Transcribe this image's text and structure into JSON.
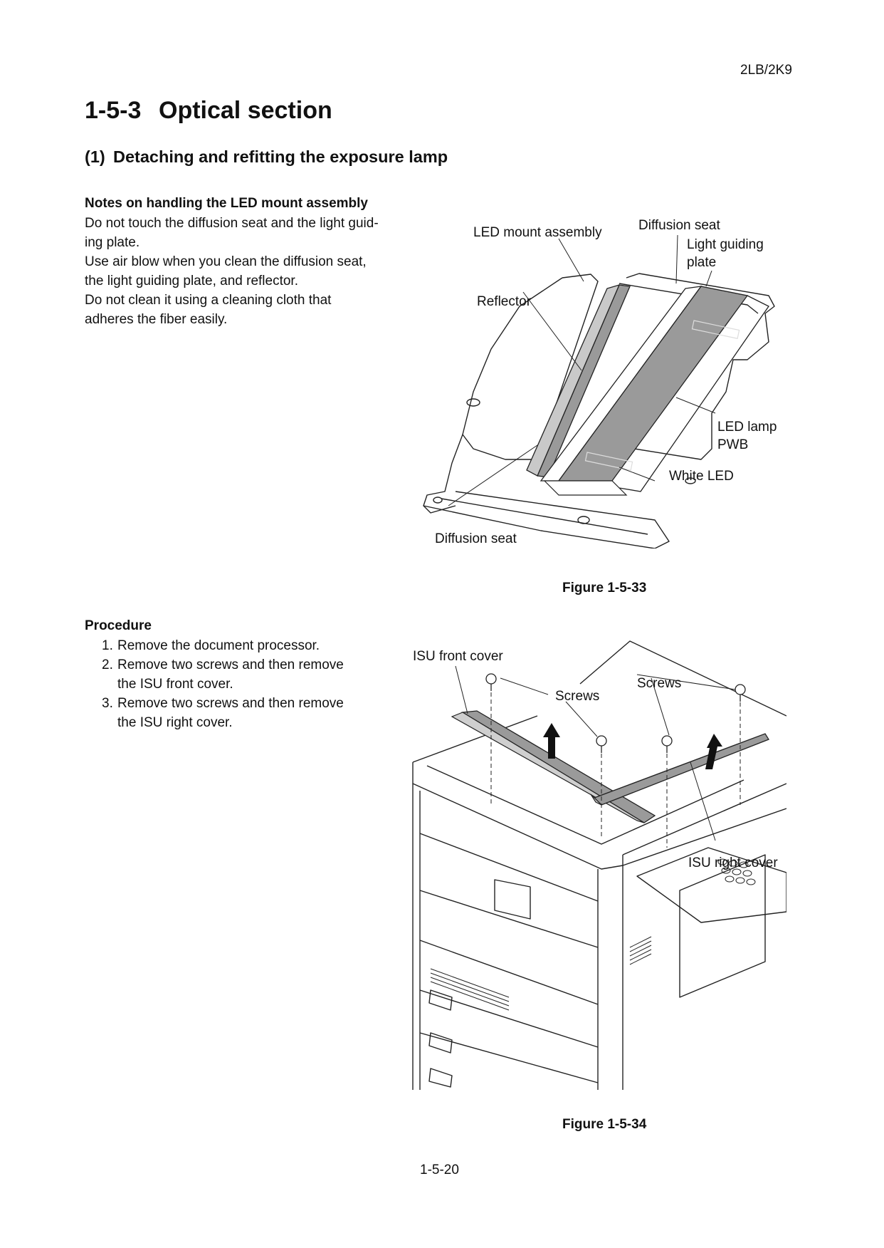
{
  "header": {
    "doc_id": "2LB/2K9"
  },
  "section": {
    "number": "1-5-3",
    "title": "Optical section"
  },
  "subsection": {
    "number": "(1)",
    "title": "Detaching and refitting the exposure lamp"
  },
  "notes": {
    "heading": "Notes on handling the LED mount assembly",
    "lines": [
      "Do not touch the diffusion seat and the light guid-",
      "ing plate.",
      "Use air blow when you clean the diffusion seat,",
      "the light guiding plate, and reflector.",
      "Do not clean it using a cleaning cloth that",
      "adheres the fiber easily."
    ]
  },
  "figure1": {
    "caption": "Figure 1-5-33",
    "labels": {
      "led_mount": "LED mount assembly",
      "diffusion_top": "Diffusion seat",
      "light_guiding_1": "Light guiding",
      "light_guiding_2": "plate",
      "reflector": "Reflector",
      "led_lamp_1": "LED lamp",
      "led_lamp_2": "PWB",
      "white_led": "White LED",
      "diffusion_bottom": "Diffusion seat"
    }
  },
  "procedure": {
    "heading": "Procedure",
    "steps": [
      {
        "n": "1.",
        "text": "Remove the document processor."
      },
      {
        "n": "2.",
        "text": "Remove two screws and then remove\nthe ISU front cover."
      },
      {
        "n": "3.",
        "text": "Remove two screws and then remove\nthe ISU right cover."
      }
    ]
  },
  "figure2": {
    "caption": "Figure 1-5-34",
    "labels": {
      "isu_front": "ISU front cover",
      "screws_1": "Screws",
      "screws_2": "Screws",
      "isu_right": "ISU right cover"
    }
  },
  "footer": {
    "page": "1-5-20"
  }
}
